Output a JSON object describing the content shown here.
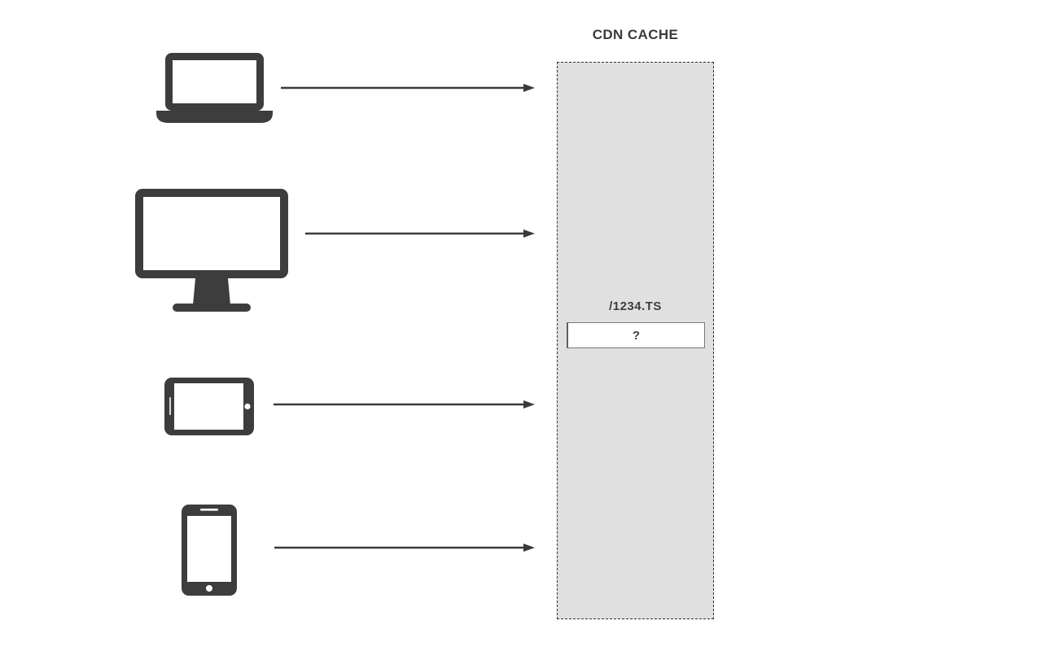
{
  "cache": {
    "title": "CDN CACHE",
    "segment_label": "/1234.TS",
    "slot_value": "?"
  },
  "devices": [
    {
      "id": "laptop",
      "icon": "laptop-icon"
    },
    {
      "id": "desktop",
      "icon": "desktop-monitor-icon"
    },
    {
      "id": "tablet",
      "icon": "tablet-icon"
    },
    {
      "id": "phone",
      "icon": "smartphone-icon"
    }
  ],
  "arrows": [
    {
      "from": "laptop",
      "to": "cdn-cache"
    },
    {
      "from": "desktop",
      "to": "cdn-cache"
    },
    {
      "from": "tablet",
      "to": "cdn-cache"
    },
    {
      "from": "phone",
      "to": "cdn-cache"
    }
  ],
  "colors": {
    "icon_dark": "#3d3d3d",
    "arrow": "#3a3a3a",
    "cache_fill": "#e0e0e0",
    "cache_border": "#2f2f2f",
    "slot_border": "#7a7a7a",
    "text": "#3b3b3b",
    "background": "#ffffff"
  }
}
